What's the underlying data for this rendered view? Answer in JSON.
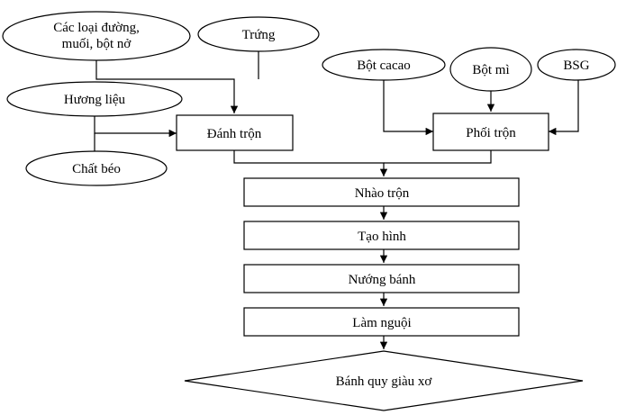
{
  "inputs": {
    "sugar_salt_line1": "Các loại đường,",
    "sugar_salt_line2": "muối, bột nở",
    "egg": "Trứng",
    "flavor": "Hương liệu",
    "fat": "Chất béo",
    "cocoa": "Bột cacao",
    "flour": "Bột mì",
    "bsg": "BSG"
  },
  "steps": {
    "beat_mix": "Đánh trộn",
    "blend": "Phối trộn",
    "knead": "Nhào trộn",
    "shape": "Tạo hình",
    "bake": "Nướng bánh",
    "cool": "Làm nguội"
  },
  "output": {
    "product": "Bánh quy giàu xơ"
  }
}
